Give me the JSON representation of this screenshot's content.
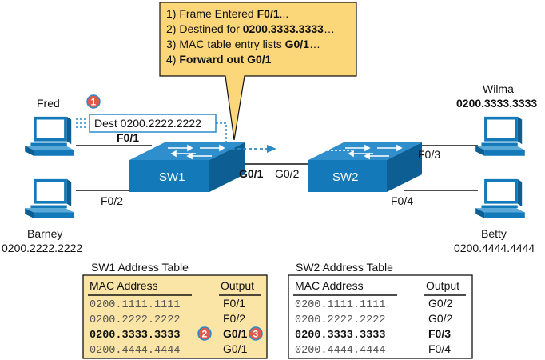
{
  "callout": {
    "line1": {
      "n": "1) ",
      "text": "Frame Entered ",
      "bold": "F0/1",
      "tail": "..."
    },
    "line2": {
      "n": "2) ",
      "text": "Destined for ",
      "bold": "0200.3333.3333",
      "tail": "…"
    },
    "line3": {
      "n": "3) ",
      "text": "MAC table entry lists ",
      "bold": "G0/1",
      "tail": "…"
    },
    "line4": {
      "n": "4) ",
      "text": "",
      "bold": "Forward out G0/1",
      "tail": ""
    }
  },
  "hosts": {
    "fred": {
      "name": "Fred"
    },
    "barney": {
      "name": "Barney",
      "mac": "0200.2222.2222"
    },
    "wilma": {
      "name": "Wilma",
      "mac": "0200.3333.3333"
    },
    "betty": {
      "name": "Betty",
      "mac": "0200.4444.4444"
    }
  },
  "frame": {
    "label": "Dest 0200.2222.2222"
  },
  "switches": {
    "sw1": {
      "name": "SW1",
      "ports": {
        "f01": "F0/1",
        "f02": "F0/2",
        "g01": "G0/1"
      }
    },
    "sw2": {
      "name": "SW2",
      "ports": {
        "g02": "G0/2",
        "f03": "F0/3",
        "f04": "F0/4"
      }
    }
  },
  "badges": {
    "one": "1",
    "two": "2",
    "three": "3"
  },
  "sw1_table": {
    "title": "SW1 Address Table",
    "headers": {
      "mac": "MAC Address",
      "out": "Output"
    },
    "rows": [
      {
        "mac": "0200.1111.1111",
        "out": "F0/1"
      },
      {
        "mac": "0200.2222.2222",
        "out": "F0/2"
      },
      {
        "mac": "0200.3333.3333",
        "out": "G0/1"
      },
      {
        "mac": "0200.4444.4444",
        "out": "G0/1"
      }
    ]
  },
  "sw2_table": {
    "title": "SW2 Address Table",
    "headers": {
      "mac": "MAC Address",
      "out": "Output"
    },
    "rows": [
      {
        "mac": "0200.1111.1111",
        "out": "G0/2"
      },
      {
        "mac": "0200.2222.2222",
        "out": "G0/2"
      },
      {
        "mac": "0200.3333.3333",
        "out": "F0/3"
      },
      {
        "mac": "0200.4444.4444",
        "out": "F0/4"
      }
    ]
  },
  "colors": {
    "switch_blue": "#1479b8",
    "callout_fill": "#fcd77a",
    "table_fill": "#fbe5a6",
    "badge_red": "#e05a4b",
    "link_blue": "#2a8ac8"
  }
}
